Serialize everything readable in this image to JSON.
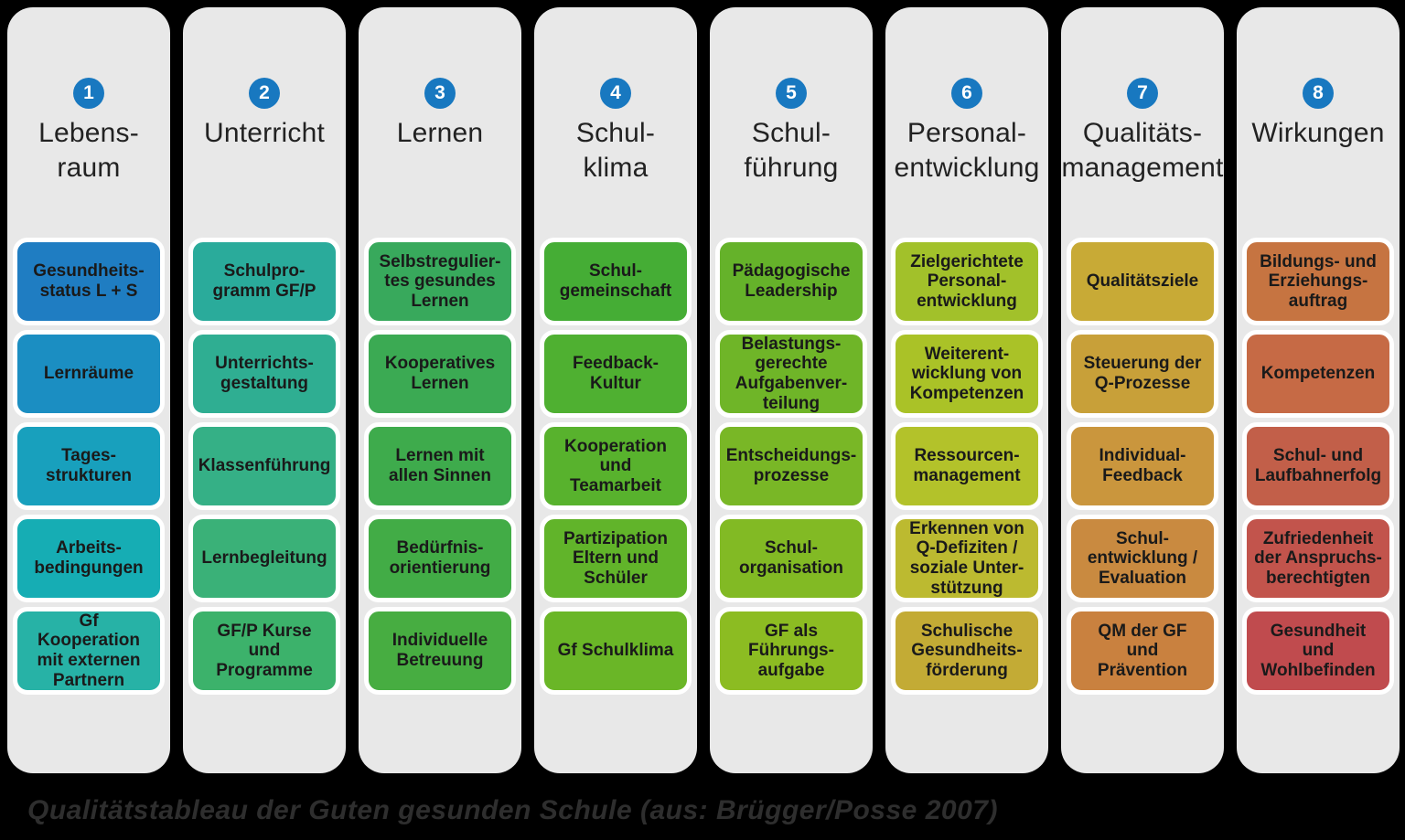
{
  "page": {
    "background": "#000000",
    "caption": "Qualitätstableau der Guten gesunden Schule (aus: Brügger/Posse 2007)"
  },
  "theme": {
    "badge_color": "#1878C0",
    "column_background": "#E8E8E8",
    "box_border_color": "#FFFFFF",
    "box_text_color": "#1A1A1A",
    "title_text_color": "#222222"
  },
  "columns": [
    {
      "number": "1",
      "title": "Lebens-\nraum",
      "boxes": [
        {
          "label": "Gesundheits-\nstatus L + S",
          "color": "#1F7DC2"
        },
        {
          "label": "Lernräume",
          "color": "#1B8EC2"
        },
        {
          "label": "Tages-\nstrukturen",
          "color": "#18A0BD"
        },
        {
          "label": "Arbeits-\nbedingungen",
          "color": "#16ADB4"
        },
        {
          "label": "Gf\nKooperation\nmit externen\nPartnern",
          "color": "#27B2A6"
        }
      ]
    },
    {
      "number": "2",
      "title": "Unterricht",
      "boxes": [
        {
          "label": "Schulpro-\ngramm GF/P",
          "color": "#2AAB9B"
        },
        {
          "label": "Unterrichts-\ngestaltung",
          "color": "#2FAE92"
        },
        {
          "label": "Klassenführung",
          "color": "#35B086"
        },
        {
          "label": "Lernbegleitung",
          "color": "#3AB178"
        },
        {
          "label": "GF/P Kurse\nund\nProgramme",
          "color": "#3CB26B"
        }
      ]
    },
    {
      "number": "3",
      "title": "Lernen",
      "boxes": [
        {
          "label": "Selbstregulier-\ntes gesundes\nLernen",
          "color": "#38A95C"
        },
        {
          "label": "Kooperatives\nLernen",
          "color": "#3BAA53"
        },
        {
          "label": "Lernen mit\nallen Sinnen",
          "color": "#3EAB4C"
        },
        {
          "label": "Bedürfnis-\norientierung",
          "color": "#42AC46"
        },
        {
          "label": "Individuelle\nBetreuung",
          "color": "#47AD41"
        }
      ]
    },
    {
      "number": "4",
      "title": "Schul-\nklima",
      "boxes": [
        {
          "label": "Schul-\ngemeinschaft",
          "color": "#45AD35"
        },
        {
          "label": "Feedback-\nKultur",
          "color": "#4FB031"
        },
        {
          "label": "Kooperation\nund\nTeamarbeit",
          "color": "#58B22D"
        },
        {
          "label": "Partizipation\nEltern und\nSchüler",
          "color": "#61B42A"
        },
        {
          "label": "Gf Schulklima",
          "color": "#6AB627"
        }
      ]
    },
    {
      "number": "5",
      "title": "Schul-\nführung",
      "boxes": [
        {
          "label": "Pädagogische\nLeadership",
          "color": "#65B22A"
        },
        {
          "label": "Belastungs-\ngerechte\nAufgabenver-\nteilung",
          "color": "#6FB528"
        },
        {
          "label": "Entscheidungs-\nprozesse",
          "color": "#79B726"
        },
        {
          "label": "Schul-\norganisation",
          "color": "#82BA24"
        },
        {
          "label": "GF als\nFührungs-\naufgabe",
          "color": "#8CBC22"
        }
      ]
    },
    {
      "number": "6",
      "title": "Personal-\nentwicklung",
      "boxes": [
        {
          "label": "Zielgerichtete\nPersonal-\nentwicklung",
          "color": "#A2C12A"
        },
        {
          "label": "Weiterent-\nwicklung von\nKompetenzen",
          "color": "#AAC227"
        },
        {
          "label": "Ressourcen-\nmanagement",
          "color": "#B3C22A"
        },
        {
          "label": "Erkennen von\nQ-Defiziten /\nsoziale Unter-\nstützung",
          "color": "#BCBA30"
        },
        {
          "label": "Schulische\nGesundheits-\nförderung",
          "color": "#C3AB35"
        }
      ]
    },
    {
      "number": "7",
      "title": "Qualitäts-\nmanagement",
      "boxes": [
        {
          "label": "Qualitätsziele",
          "color": "#C8AA36"
        },
        {
          "label": "Steuerung der\nQ-Prozesse",
          "color": "#C8A039"
        },
        {
          "label": "Individual-\nFeedback",
          "color": "#CA963D"
        },
        {
          "label": "Schul-\nentwicklung /\nEvaluation",
          "color": "#C98A40"
        },
        {
          "label": "QM der GF\nund\nPrävention",
          "color": "#C9813F"
        }
      ]
    },
    {
      "number": "8",
      "title": "Wirkungen",
      "boxes": [
        {
          "label": "Bildungs- und\nErziehungs-\nauftrag",
          "color": "#C67441"
        },
        {
          "label": "Kompetenzen",
          "color": "#C66A45"
        },
        {
          "label": "Schul- und\nLaufbahnerfolg",
          "color": "#C25F49"
        },
        {
          "label": "Zufriedenheit\nder Anspruchs-\nberechtigten",
          "color": "#C2544C"
        },
        {
          "label": "Gesundheit\nund\nWohlbefinden",
          "color": "#C04B4E"
        }
      ]
    }
  ]
}
